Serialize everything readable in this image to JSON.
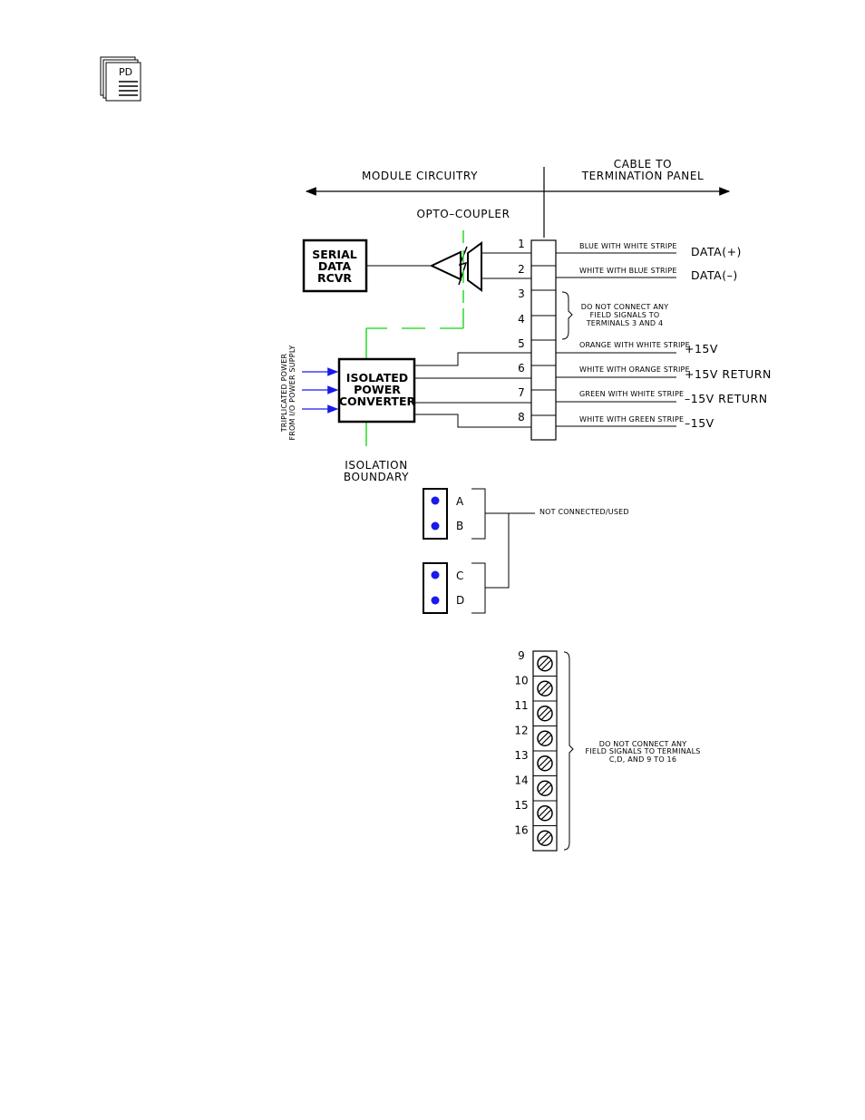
{
  "doc_icon": {
    "text": "PD"
  },
  "header": {
    "module_circuitry": "MODULE  CIRCUITRY",
    "cable_line1": "CABLE  TO",
    "cable_line2": "TERMINATION  PANEL"
  },
  "opto_coupler": "OPTO–COUPLER",
  "serial_rcvr": [
    "SERIAL",
    "DATA",
    "RCVR"
  ],
  "power_converter": [
    "ISOLATED",
    "POWER",
    "CONVERTER"
  ],
  "isolation_boundary": [
    "ISOLATION",
    "BOUNDARY"
  ],
  "power_source": [
    "TRIPLICATED POWER",
    "FROM I/O POWER SUPPLY"
  ],
  "terminals": [
    {
      "num": "1",
      "wire": "BLUE  WITH  WHITE  STRIPE",
      "signal": "DATA(+)"
    },
    {
      "num": "2",
      "wire": "WHITE  WITH  BLUE  STRIPE",
      "signal": "DATA(–)"
    },
    {
      "num": "3",
      "wire": "",
      "signal": ""
    },
    {
      "num": "4",
      "wire": "",
      "signal": ""
    },
    {
      "num": "5",
      "wire": "ORANGE  WITH  WHITE  STRIPE",
      "signal": "+15V"
    },
    {
      "num": "6",
      "wire": "WHITE  WITH  ORANGE  STRIPE",
      "signal": "+15V  RETURN"
    },
    {
      "num": "7",
      "wire": "GREEN  WITH  WHITE  STRIPE",
      "signal": "–15V  RETURN"
    },
    {
      "num": "8",
      "wire": "WHITE  WITH  GREEN  STRIPE",
      "signal": "–15V"
    }
  ],
  "note_3_4": [
    "DO  NOT  CONNECT  ANY",
    "FIELD  SIGNALS  TO",
    "TERMINALS  3  AND  4"
  ],
  "jumpers": [
    "A",
    "B",
    "C",
    "D"
  ],
  "jumper_note": "NOT  CONNECTED/USED",
  "screw_terminals": [
    "9",
    "10",
    "11",
    "12",
    "13",
    "14",
    "15",
    "16"
  ],
  "note_9_16": [
    "DO  NOT  CONNECT  ANY",
    "FIELD  SIGNALS  TO  TERMINALS",
    "C,D,  AND  9  TO  16"
  ],
  "colors": {
    "isolation_line": "#33dd33",
    "arrow": "#1a1aee",
    "jumper_dot": "#1a1aee"
  }
}
